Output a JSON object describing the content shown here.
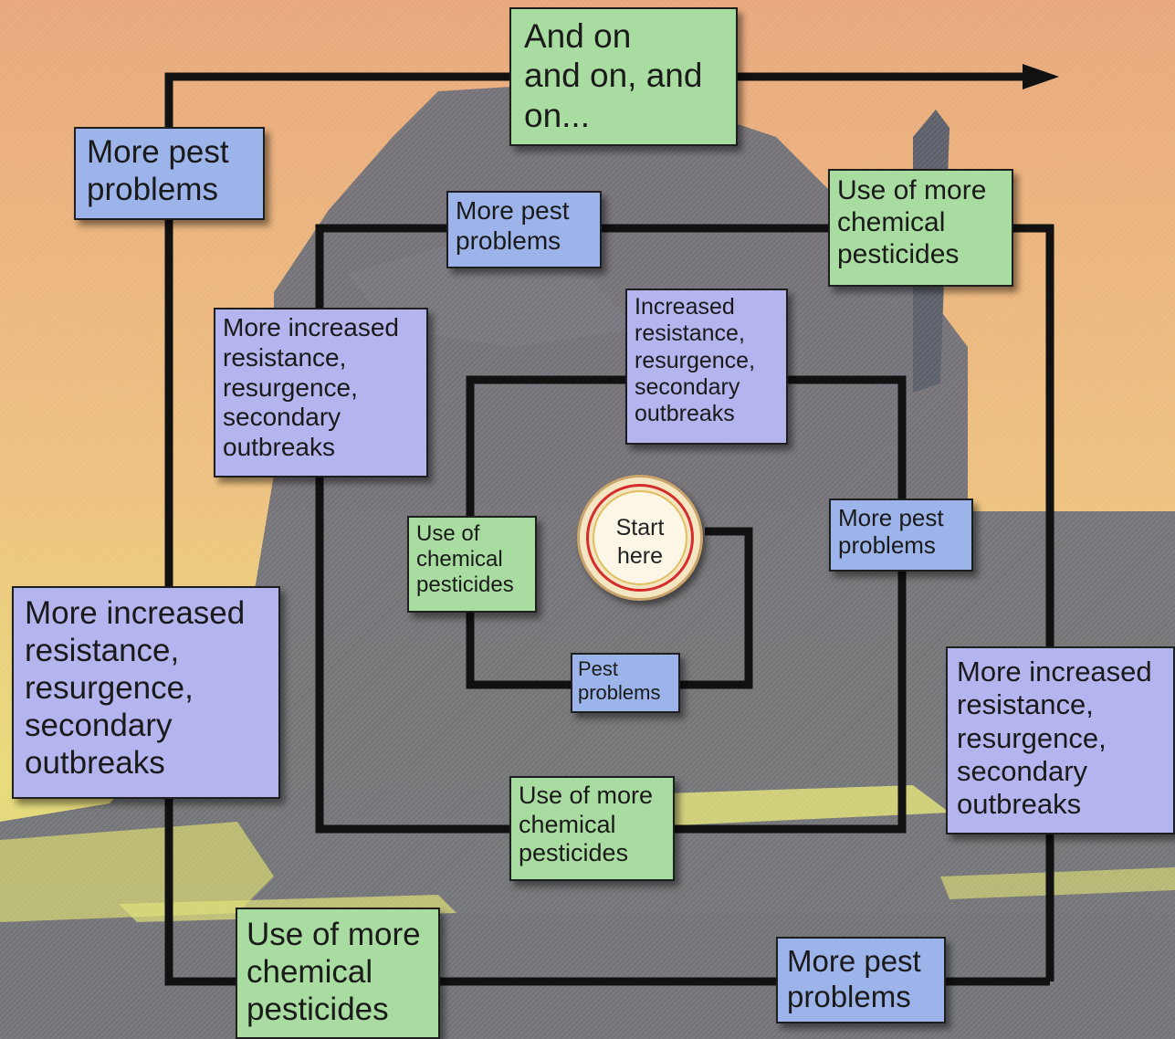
{
  "boxes": {
    "top_and_on": "And on\nand on, and\non...",
    "outer_left_more_pest": "More pest\nproblems",
    "mid_top_more_pest": "More pest\nproblems",
    "mid_top_right_use_more": "Use of more\nchemical\npesticides",
    "mid_left_more_increased": "More increased\nresistance,\nresurgence,\nsecondary\noutbreaks",
    "inner_top_increased": "Increased\nresistance,\nresurgence,\nsecondary\noutbreaks",
    "inner_left_use_chemical": "Use of\nchemical\npesticides",
    "inner_right_more_pest": "More pest\nproblems",
    "center_pest_problems": "Pest\nproblems",
    "outer_left_more_increased": "More increased\nresistance,\nresurgence,\nsecondary\noutbreaks",
    "outer_right_more_increased": "More increased\nresistance,\nresurgence,\nsecondary\noutbreaks",
    "mid_bottom_use_more": "Use of more\nchemical\npesticides",
    "outer_bottom_left_use_more": "Use of more\nchemical\npesticides",
    "outer_bottom_right_more_pest": "More pest\nproblems"
  },
  "start": "Start\nhere",
  "colors": {
    "blue_box": "#9db4ea",
    "lavender_box": "#b4b4ee",
    "green_box": "#a9dca0",
    "line": "#111111",
    "sky_top": "#eaa878",
    "sky_bottom": "#e6e07a"
  }
}
